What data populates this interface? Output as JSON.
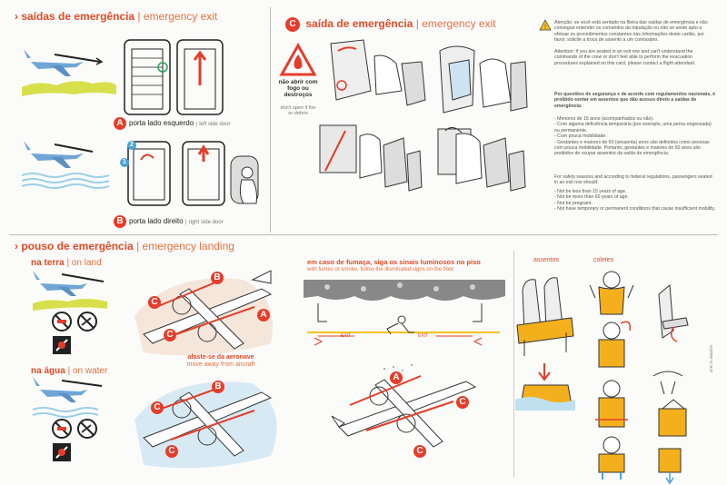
{
  "emergency_exit": {
    "title_pt": "saídas de emergência",
    "title_en": "emergency exit",
    "left_door_pt": "porta lado esquerdo",
    "left_door_en": "left side door",
    "right_door_pt": "porta lado direito",
    "right_door_en": "right side door",
    "badge_a": "A",
    "badge_b": "B",
    "badge_1": "1",
    "badge_2": "2"
  },
  "exit_c": {
    "badge": "C",
    "title_pt": "saída de emergência",
    "title_en": "emergency exit",
    "warning_pt": "não abrir com fogo ou destroços",
    "warning_en": "don't open if fire or debris"
  },
  "notice": {
    "p1": "Atenção: se você está sentado na fileira das saídas de emergência e não consegue entender os comandos da tripulação ou não se sente apto a efetuar os procedimentos constantes nas informações deste cartão, por favor, solicite a troca de assento a um comissário.",
    "p2": "Attention: If you are seated in an exit row and can't understand the commands of the crew or don't feel able to perform the evacuation procedures explained on this card, please contact a flight attendant.",
    "p3_title": "Por questões de segurança e de acordo com regulamentos nacionais, é proibido sentar em assentos que dão acesso direto a saídas de emergência:",
    "p3_items": [
      "- Menores de 15 anos (acompanhados ou não).",
      "- Com alguma deficiência temporária (por exemplo, uma perna engessada) ou permanente.",
      "- Com pouca mobilidade.",
      "- Gestantes e maiores de 60 (sessenta) anos são definidos como pessoas com pouca mobilidade. Portanto, gestantes e maiores de 60 anos são proibidos de ocupar assentos da saída de emergência."
    ],
    "p4_title": "For safety reasons and according to federal regulations, passengers seated in an exit row should:",
    "p4_items": [
      "- Not be less than 15 years of age.",
      "- Not be more than 60 years of age.",
      "- Not be pregnant.",
      "- Not have temporary or permanent conditions that cause insufficient mobility."
    ]
  },
  "emergency_landing": {
    "title_pt": "pouso de emergência",
    "title_en": "emergency landing",
    "land_pt": "na terra",
    "land_en": "on land",
    "water_pt": "na água",
    "water_en": "on water",
    "move_away_pt": "afaste-se da aeronave",
    "move_away_en": "move away from aircraft",
    "label_a": "A",
    "label_b": "B",
    "label_c": "C"
  },
  "smoke": {
    "title_pt": "em caso de fumaça, siga os sinais luminosos no piso",
    "title_en": "with fumes or smoke, follow the illuminated signs on the floor",
    "exit_label": "EXIT"
  },
  "seats": {
    "title": "assentos"
  },
  "vests": {
    "title": "coletes"
  },
  "vertical_code": "ATR 72-600/ATR",
  "colors": {
    "accent": "#e24a25",
    "plane_blue": "#6fa6d6",
    "grass_green": "#d7e04a",
    "water_blue": "#bfe0ef",
    "vest_yellow": "#f4b01c"
  }
}
